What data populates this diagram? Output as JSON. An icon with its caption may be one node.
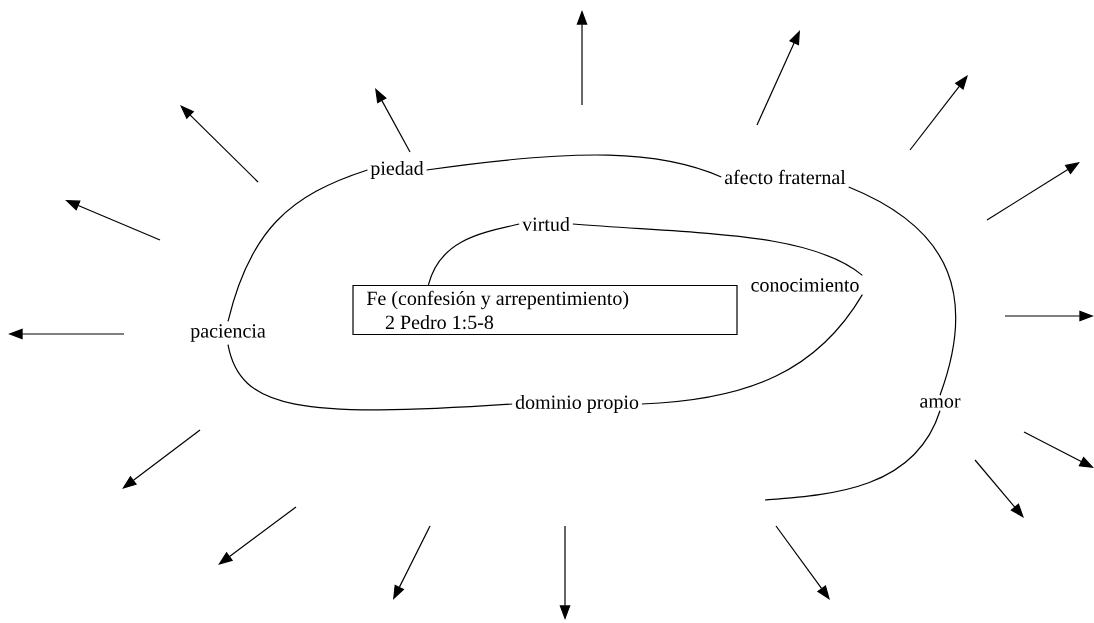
{
  "diagram": {
    "nodes": [
      {
        "text": [
          "Fe (confesión y arrepentimiento)",
          "2 Pedro 1:5-8"
        ]
      },
      {
        "text": [
          "virtud"
        ]
      },
      {
        "text": [
          "conocimiento"
        ]
      },
      {
        "text": [
          "dominio propio"
        ]
      },
      {
        "text": [
          "paciencia"
        ]
      },
      {
        "text": [
          "piedad"
        ]
      },
      {
        "text": [
          "afecto fraternal"
        ]
      },
      {
        "text": [
          "amor"
        ]
      }
    ],
    "edges": [
      {
        "from": 0,
        "to": 1,
        "arrow": "none"
      },
      {
        "from": 1,
        "to": 2,
        "arrow": "none"
      },
      {
        "from": 2,
        "to": 3,
        "arrow": "none"
      },
      {
        "from": 3,
        "to": 4,
        "arrow": "none"
      },
      {
        "from": 4,
        "to": 5,
        "arrow": "none"
      },
      {
        "from": 5,
        "to": 6,
        "arrow": "none"
      },
      {
        "from": 6,
        "to": 7,
        "arrow": "none"
      },
      {
        "from": 7,
        "to": null,
        "arrow": "none"
      }
    ]
  }
}
